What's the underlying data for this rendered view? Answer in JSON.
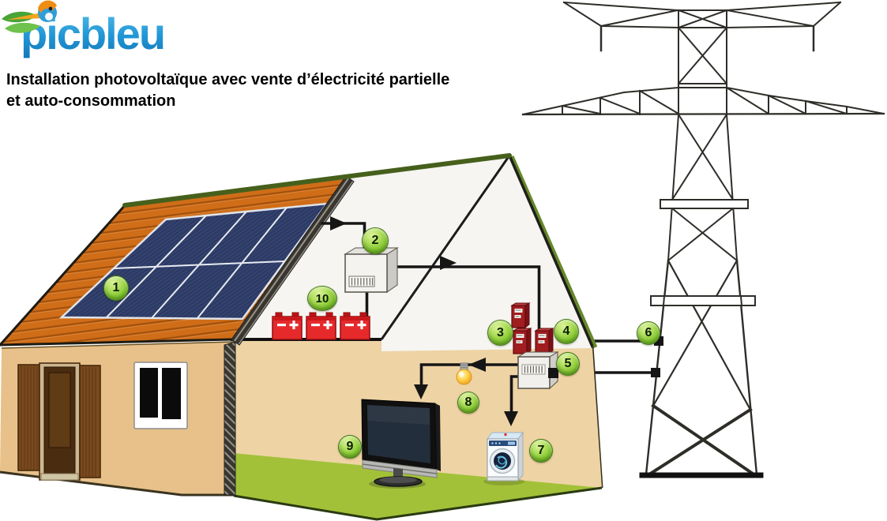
{
  "logo": {
    "text": "picbleu"
  },
  "title": {
    "line1": "Installation photovoltaïque avec vente d’électricité partielle",
    "line2": "et auto-consommation"
  },
  "badges": {
    "n1": "1",
    "n2": "2",
    "n3": "3",
    "n4": "4",
    "n5": "5",
    "n6": "6",
    "n7": "7",
    "n8": "8",
    "n9": "9",
    "n10": "10"
  },
  "colors": {
    "badge_green": "#7cbf2e",
    "roof_orange": "#cf6d18",
    "panel_blue": "#2c3a66",
    "battery_red": "#e62a2c",
    "breaker_box_red": "#a01d20",
    "exterior_wall_tan": "#e7c189",
    "interior_wall_tan": "#eed3a4",
    "floor_green": "#a2c138",
    "ridge_green": "#46601c",
    "logo_blue": "#2196d6",
    "wire_black": "#161616"
  }
}
